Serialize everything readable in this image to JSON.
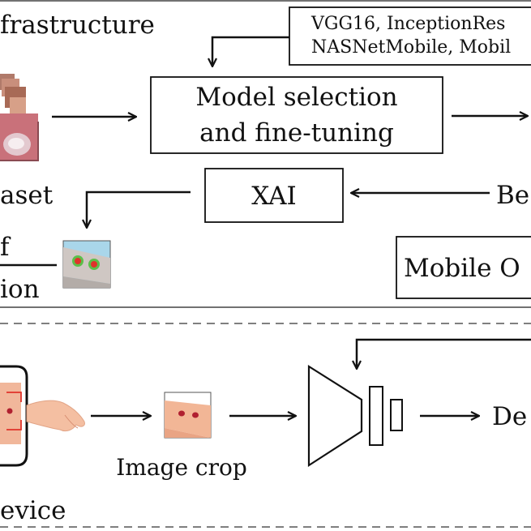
{
  "top_panel": {
    "title": "frastructure",
    "models_line1": "VGG16, InceptionRes",
    "models_line2": "NASNetMobile, Mobil",
    "model_selection_line1": "Model selection",
    "model_selection_line2": "and fine-tuning",
    "dataset_label": "aset",
    "xai_label": "XAI",
    "best_label": "Be",
    "explanation_line1": "f",
    "explanation_line2": "ion",
    "mobile_label": "Mobile O"
  },
  "bottom_panel": {
    "image_crop_label": "Image crop",
    "device_label": "evice",
    "detection_label": "De"
  },
  "colors": {
    "line": "#111111",
    "frame_border": "#444444",
    "dashed": "#555555",
    "skin": "#f4bfa2",
    "skin_dark": "#d88e72",
    "lesion": "#b02030",
    "heat_green": "#5cbf4a",
    "sky": "#a9d6ea",
    "phone_outline": "#111111",
    "crop_marker": "#e0332b"
  },
  "icons": [
    "skin-lesion-thumbnail-icon",
    "heatmap-icon",
    "phone-icon",
    "arm-icon",
    "crop-icon",
    "cnn-encoder-icon"
  ]
}
